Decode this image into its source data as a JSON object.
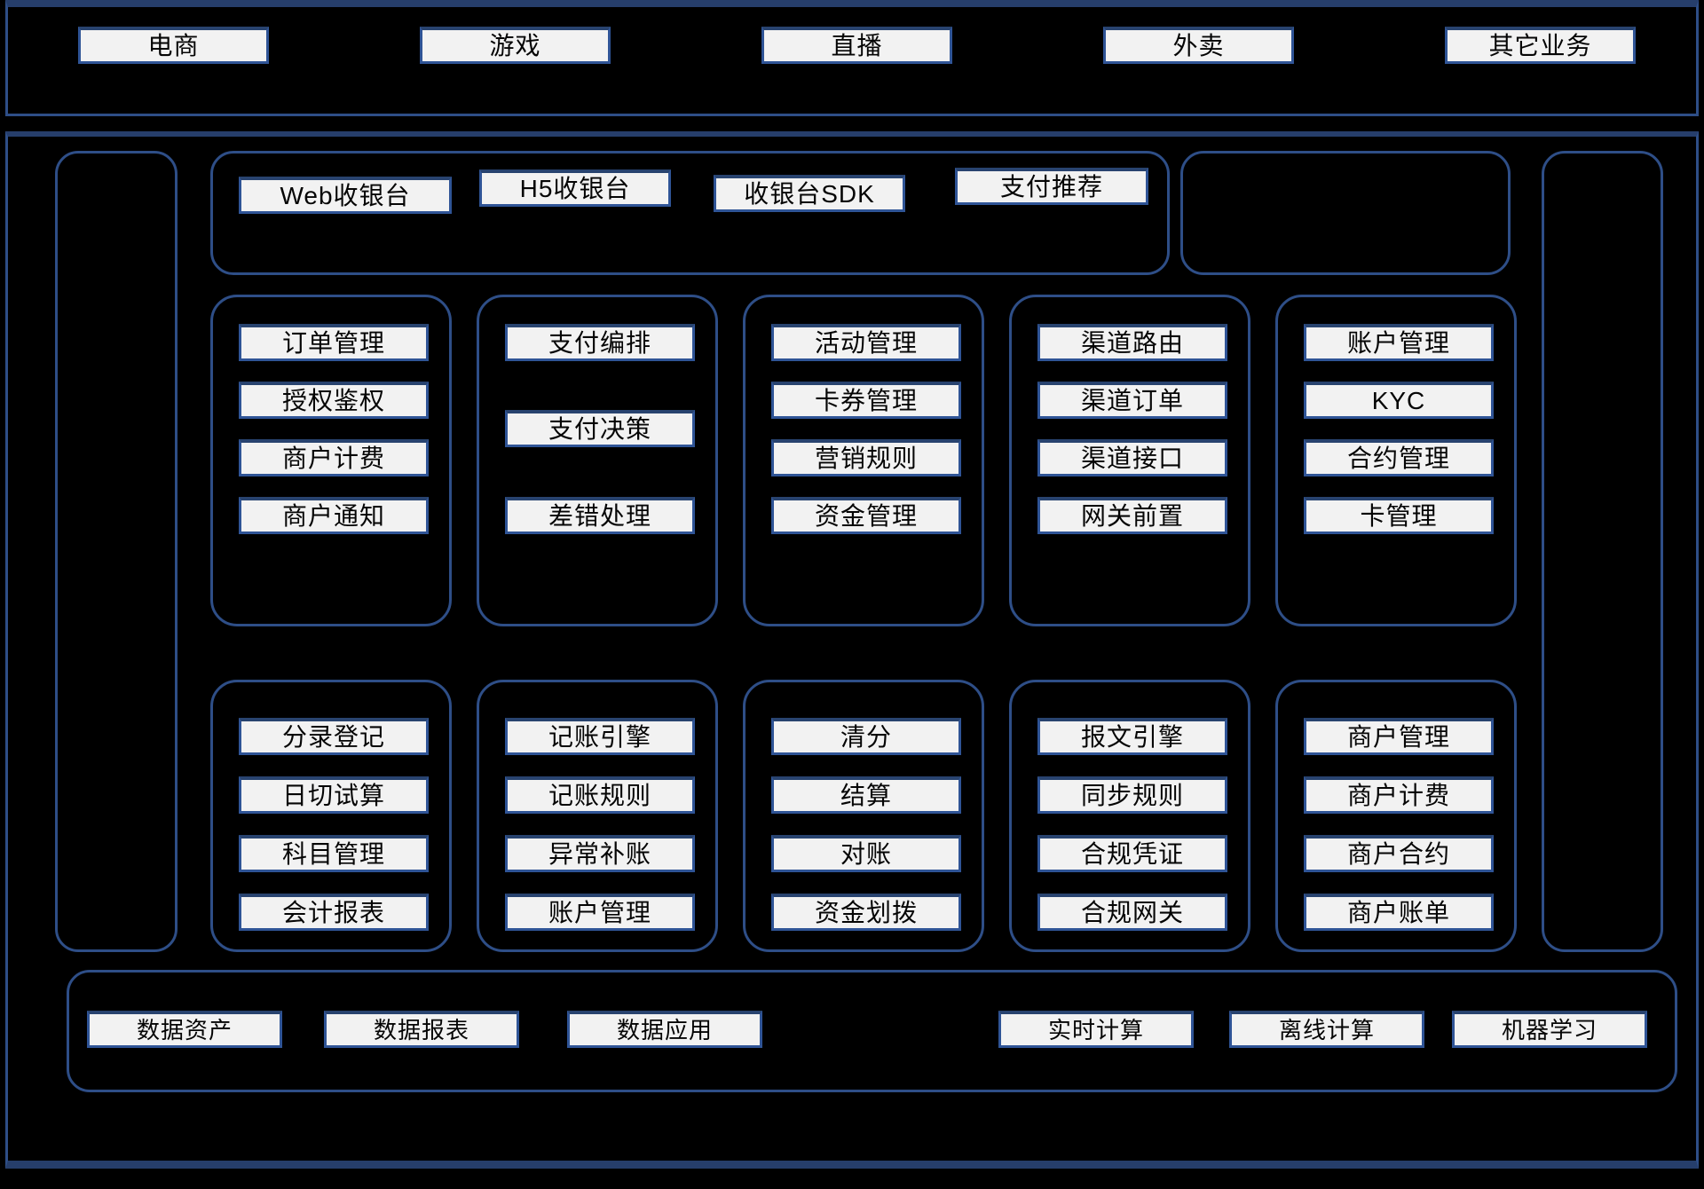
{
  "colors": {
    "background": "#000000",
    "container_line": "#2e4e87",
    "thick_line": "#263e6b",
    "box_border": "#2f5496",
    "box_fill": "#f2f2f2",
    "box_text": "#050505"
  },
  "banner": {
    "items": [
      "电商",
      "游戏",
      "直播",
      "外卖",
      "其它业务"
    ]
  },
  "cashier": {
    "items": [
      "Web收银台",
      "H5收银台",
      "收银台SDK",
      "支付推荐"
    ]
  },
  "grid": {
    "row1": [
      {
        "items": [
          "订单管理",
          "授权鉴权",
          "商户计费",
          "商户通知"
        ]
      },
      {
        "items": [
          "支付编排",
          "支付决策",
          "差错处理"
        ]
      },
      {
        "items": [
          "活动管理",
          "卡券管理",
          "营销规则",
          "资金管理"
        ]
      },
      {
        "items": [
          "渠道路由",
          "渠道订单",
          "渠道接口",
          "网关前置"
        ]
      },
      {
        "items": [
          "账户管理",
          "KYC",
          "合约管理",
          "卡管理"
        ]
      }
    ],
    "row2": [
      {
        "items": [
          "分录登记",
          "日切试算",
          "科目管理",
          "会计报表"
        ]
      },
      {
        "items": [
          "记账引擎",
          "记账规则",
          "异常补账",
          "账户管理"
        ]
      },
      {
        "items": [
          "清分",
          "结算",
          "对账",
          "资金划拨"
        ]
      },
      {
        "items": [
          "报文引擎",
          "同步规则",
          "合规凭证",
          "合规网关"
        ]
      },
      {
        "items": [
          "商户管理",
          "商户计费",
          "商户合约",
          "商户账单"
        ]
      }
    ]
  },
  "data_platform": {
    "left_items": [
      "数据资产",
      "数据报表",
      "数据应用"
    ],
    "right_items": [
      "实时计算",
      "离线计算",
      "机器学习"
    ]
  }
}
